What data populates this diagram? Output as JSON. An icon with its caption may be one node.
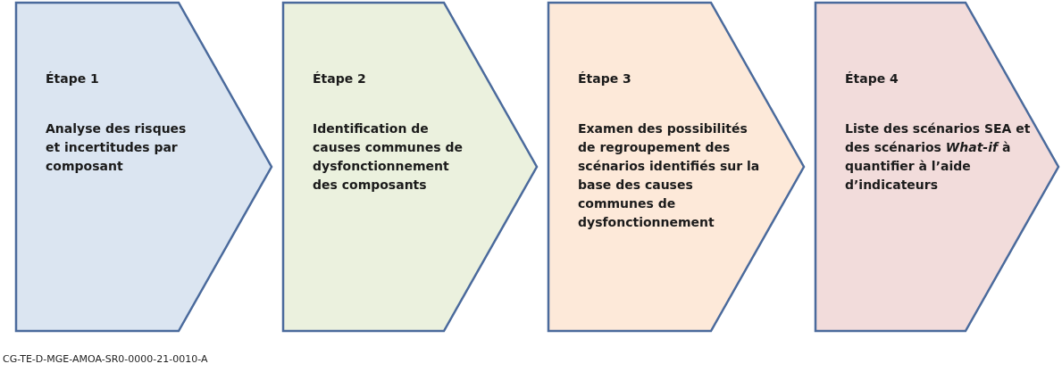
{
  "diagram": {
    "nodes": [
      {
        "text": [
          "Étape 1",
          "Analyse des risques et incertitudes par composant"
        ]
      },
      {
        "text": [
          "Étape 2",
          "Identification de causes communes de dysfonctionnement des composants"
        ]
      },
      {
        "text": [
          "Étape 3",
          "Examen des possibilités de regroupement des scénarios identifiés sur la base des causes communes de dysfonctionnement"
        ]
      },
      {
        "text": [
          "Étape 4",
          "Liste des scénarios SEA et des scénarios *What-if* à quantifier à l’aide d’indicateurs"
        ]
      }
    ],
    "labels": [
      "CG-TE-D-MGE-AMOA-SR0-0000-21-0010-A"
    ]
  }
}
